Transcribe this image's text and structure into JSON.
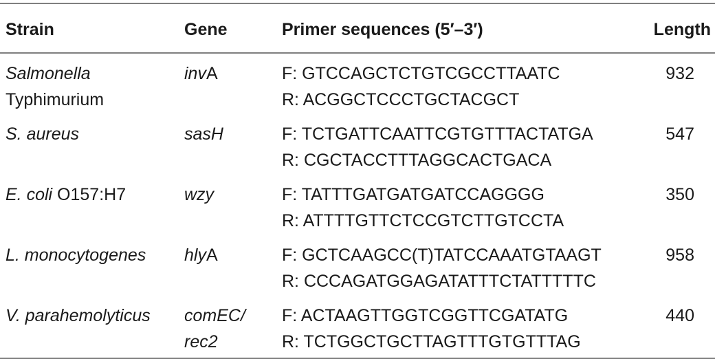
{
  "headers": {
    "strain": "Strain",
    "gene": "Gene",
    "primer": "Primer sequences (5′–3′)",
    "length": "Length"
  },
  "rows": [
    {
      "strain_italic": "Salmonella",
      "strain_plain": "Typhimurium",
      "gene_italic": "inv",
      "gene_plain": "A",
      "gene_line2": "",
      "forward": "F: GTCCAGCTCTGTCGCCTTAATC",
      "reverse": "R: ACGGCTCCCTGCTACGCT",
      "length": "932"
    },
    {
      "strain_italic": "S. aureus",
      "strain_plain": "",
      "gene_italic": "sasH",
      "gene_plain": "",
      "gene_line2": "",
      "forward": "F: TCTGATTCAATTCGTGTTTACTATGA",
      "reverse": "R: CGCTACCTTTAGGCACTGACA",
      "length": "547"
    },
    {
      "strain_italic": "E. coli",
      "strain_plain": " O157:H7",
      "gene_italic": "wzy",
      "gene_plain": "",
      "gene_line2": "",
      "forward": "F: TATTTGATGATGATCCAGGGG",
      "reverse": "R: ATTTTGTTCTCCGTCTTGTCCTA",
      "length": "350"
    },
    {
      "strain_italic": "L. monocytogenes",
      "strain_plain": "",
      "gene_italic": "hly",
      "gene_plain": "A",
      "gene_line2": "",
      "forward": "F: GCTCAAGCC(T)TATCCAAATGTAAGT",
      "reverse": "R: CCCAGATGGAGATATTTCTATTTTTC",
      "length": "958"
    },
    {
      "strain_italic": "V. parahemolyticus",
      "strain_plain": "",
      "gene_italic": "comEC/",
      "gene_plain": "",
      "gene_line2": "rec2",
      "forward": "F: ACTAAGTTGGTCGGTTCGATATG",
      "reverse": "R: TCTGGCTGCTTAGTTTGTGTTTAG",
      "length": "440"
    }
  ]
}
